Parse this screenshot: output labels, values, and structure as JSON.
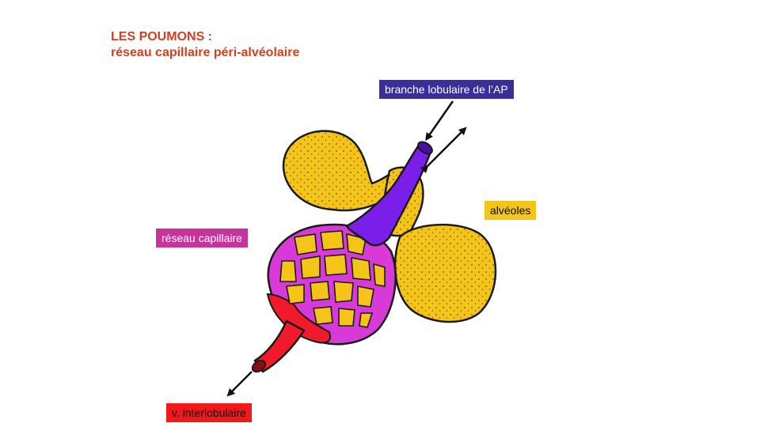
{
  "title": {
    "line1": "LES POUMONS :",
    "line2": "réseau capillaire péri-alvéolaire"
  },
  "labels": {
    "artery_branch": "branche lobulaire de l’AP",
    "alveoli": "alvéoles",
    "capillary_network": "réseau capillaire",
    "interlobular_vein": "v. interlobulaire"
  },
  "colors": {
    "title": "#d2401e",
    "alveoli": "#f4c518",
    "artery": "#7a1fe8",
    "capillary": "#d83ad8",
    "vein": "#f01a2a",
    "artery_label_bg": "#3a2e9a",
    "capillary_label_bg": "#c7339b",
    "vein_label_bg": "#f01818"
  }
}
